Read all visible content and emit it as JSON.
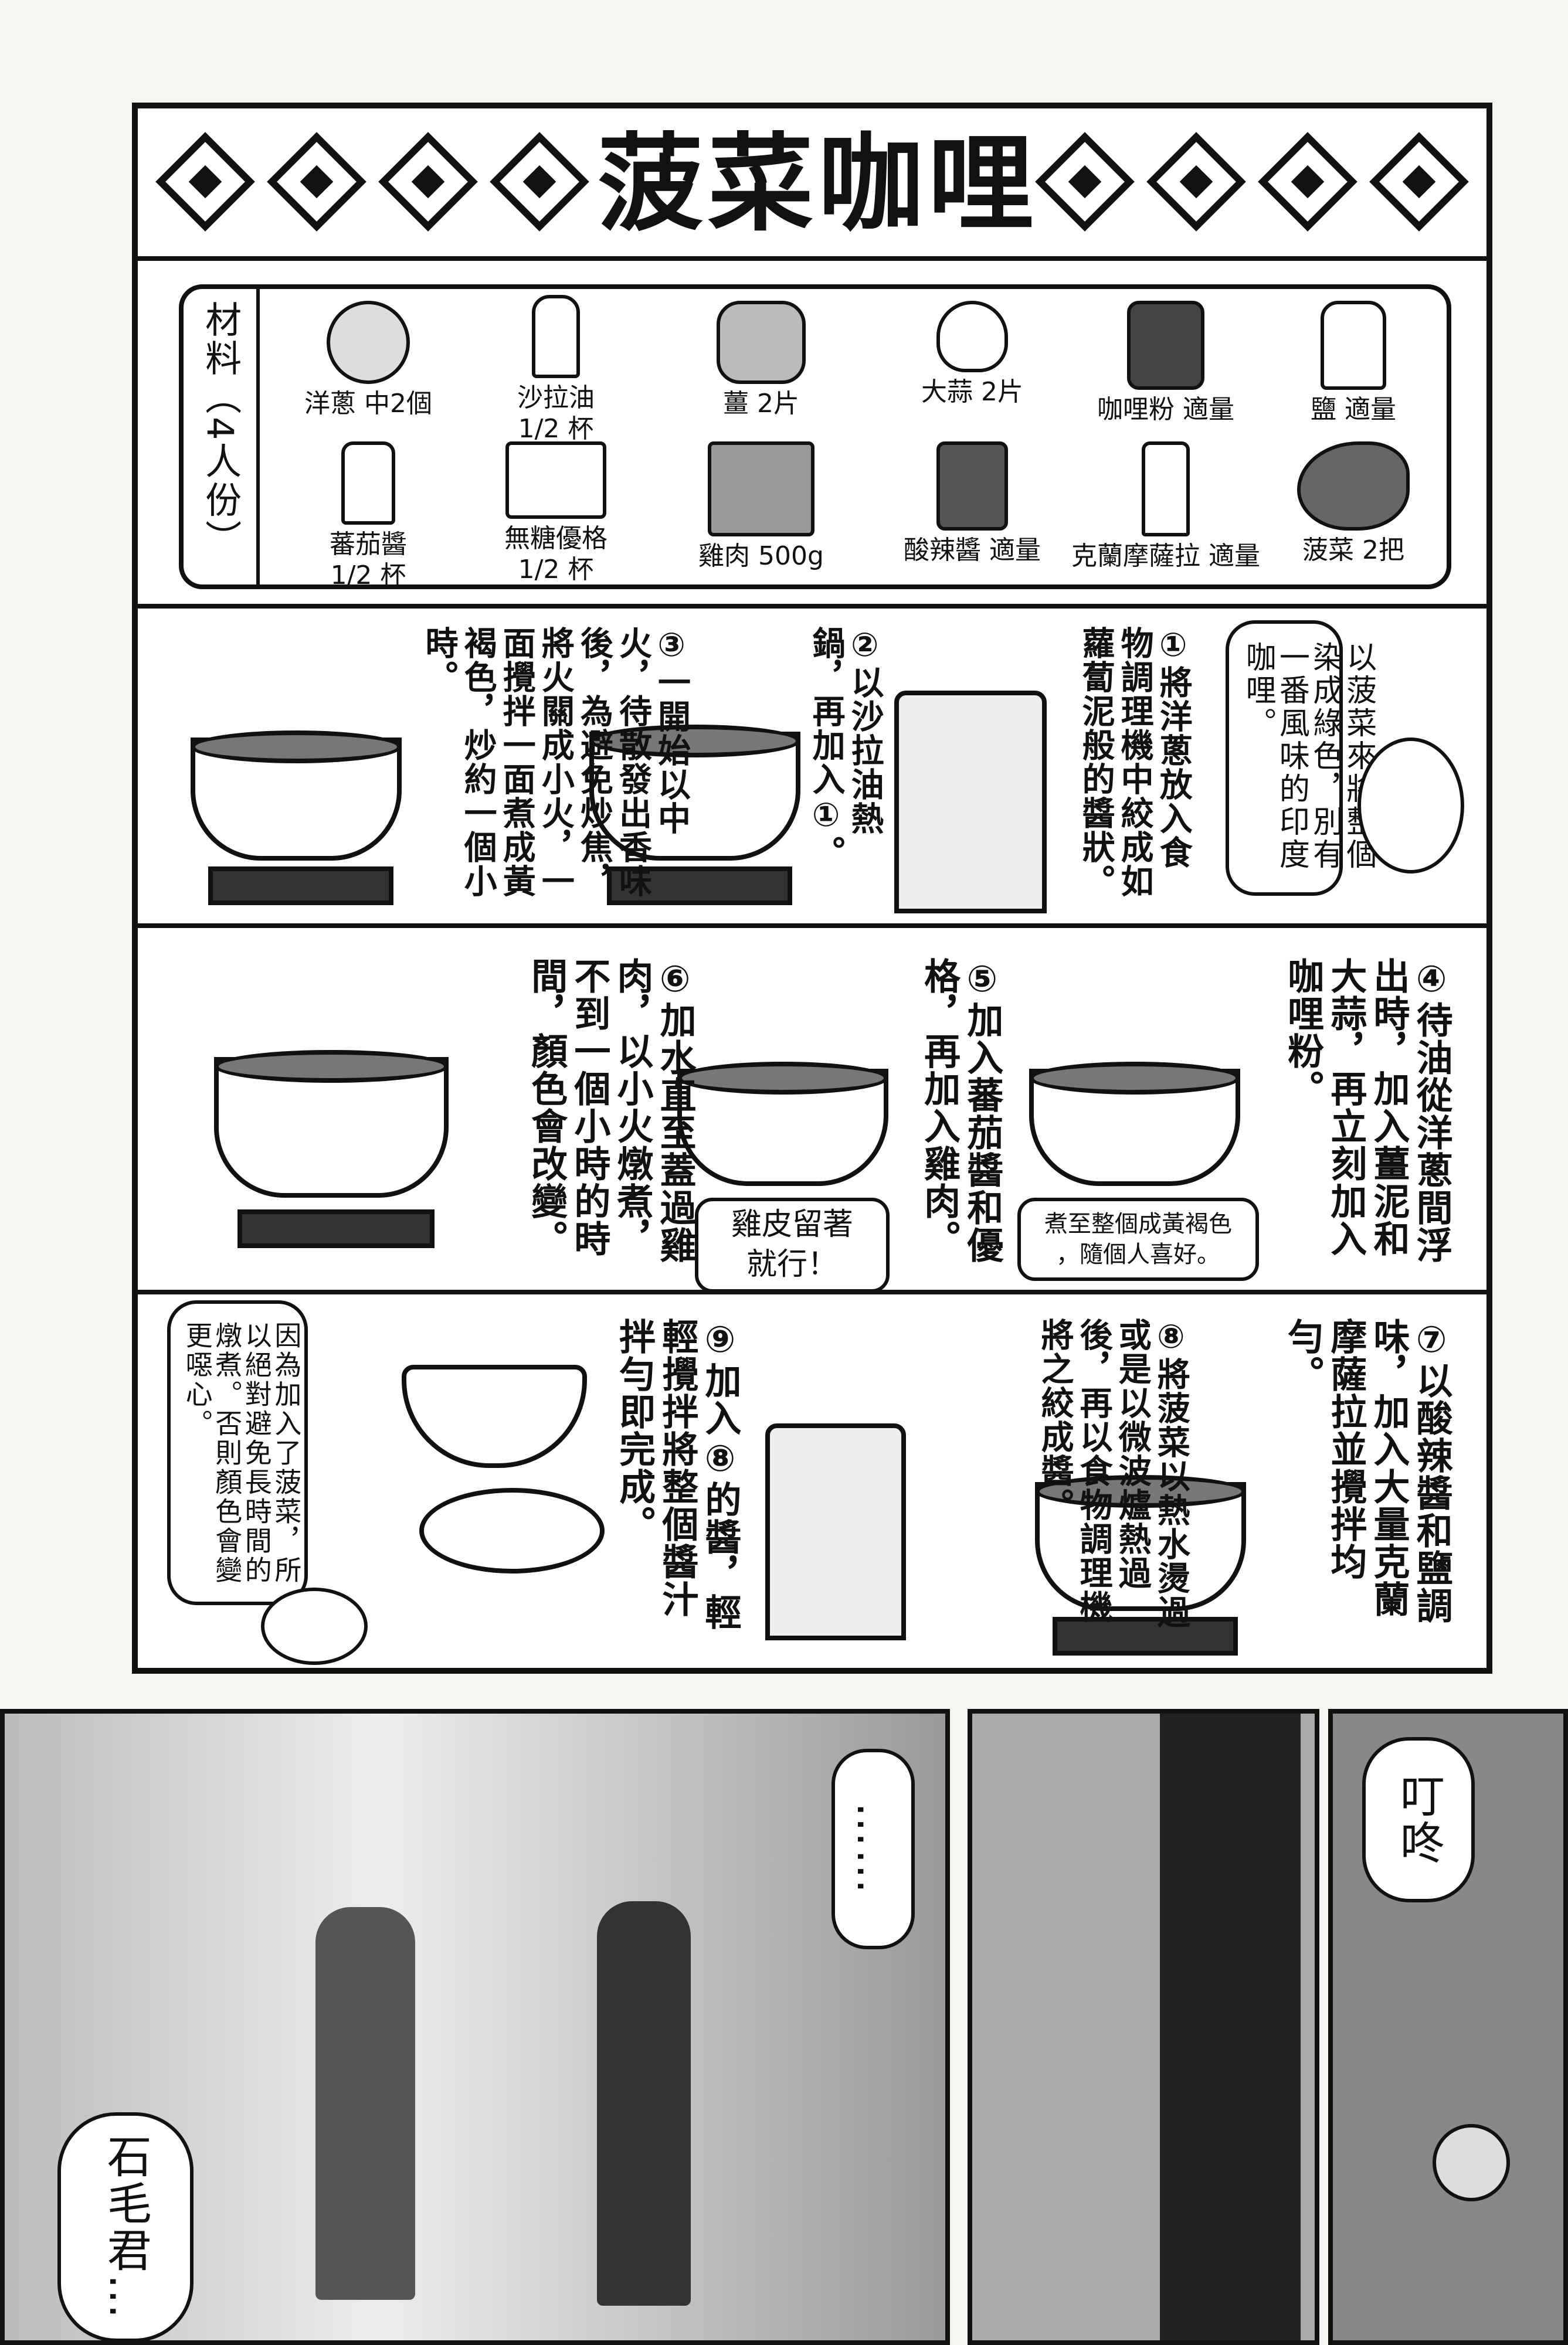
{
  "recipe": {
    "title": "菠菜咖哩",
    "ingredients_label": "材料（4人份）",
    "ingredients": [
      {
        "name": "洋蔥 中2個",
        "icon": "onion-icon"
      },
      {
        "name": "沙拉油\n1/2 杯",
        "icon": "oil-bottle-icon"
      },
      {
        "name": "薑 2片",
        "icon": "ginger-icon"
      },
      {
        "name": "大蒜 2片",
        "icon": "garlic-icon"
      },
      {
        "name": "咖哩粉 適量",
        "icon": "curry-can-icon"
      },
      {
        "name": "鹽 適量",
        "icon": "salt-shaker-icon"
      },
      {
        "name": "蕃茄醬\n1/2 杯",
        "icon": "ketchup-bottle-icon"
      },
      {
        "name": "無糖優格\n1/2 杯",
        "icon": "yogurt-cup-icon"
      },
      {
        "name": "雞肉 500g",
        "icon": "chicken-tray-icon"
      },
      {
        "name": "酸辣醬 適量",
        "icon": "chutney-jar-icon"
      },
      {
        "name": "克蘭摩薩拉 適量",
        "icon": "spice-bottle-icon"
      },
      {
        "name": "菠菜 2把",
        "icon": "spinach-icon"
      }
    ],
    "intro": "以菠菜來將整個染成綠色，別有一番風味的印度咖哩。",
    "steps": [
      "①將洋蔥放入食物調理機中絞成如蘿蔔泥般的醬狀。",
      "②以沙拉油熱鍋，再加入①。",
      "③一開始以中火，待散發出香味後，為避免炒焦，將火關成小火，一面攪拌一面煮成黃褐色，炒約一個小時。",
      "④待油從洋蔥間浮出時，加入薑泥和大蒜，再立刻加入咖哩粉。",
      "⑤加入蕃茄醬和優格，再加入雞肉。",
      "⑥加水直至蓋過雞肉，以小火燉煮，不到一個小時的時間，顏色會改變。",
      "⑦以酸辣醬和鹽調味，加入大量克蘭摩薩拉並攪拌均勻。",
      "⑧將菠菜以熱水燙過或是以微波爐熱過後，再以食物調理機將之絞成醬。",
      "⑨加入⑧的醬，輕輕攪拌將整個醬汁拌勻即完成。"
    ],
    "callout_color": "煮至整個成黃褐色\n，隨個人喜好。",
    "callout_skin": "雞皮留著\n就行！",
    "note": "因為加入了菠菜，所以絕對避免長時間的燉煮。否則顏色會變更噁心。"
  },
  "manga": {
    "bubble_dots": "……",
    "bubble_doorbell": "叮咚",
    "bubble_name": "石毛君…"
  }
}
